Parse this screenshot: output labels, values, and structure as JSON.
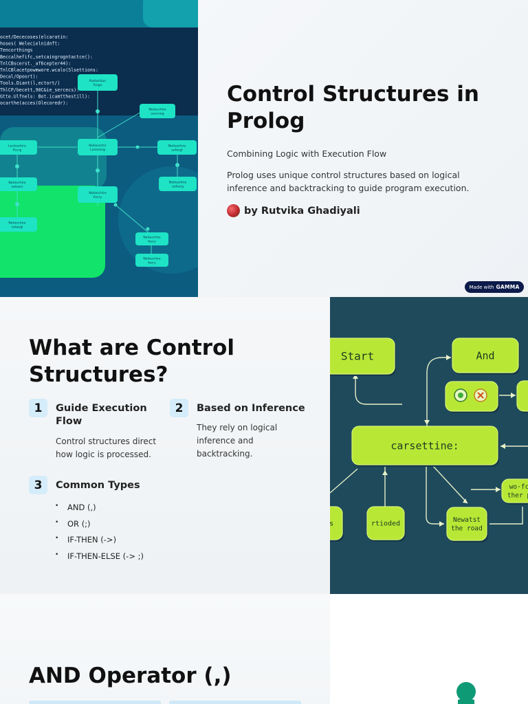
{
  "slide1": {
    "title": "Control Structures in Prolog",
    "subtitle": "Combining Logic with Execution Flow",
    "description": "Prolog uses unique control structures based on logical inference and backtracking to guide program execution.",
    "author": "by Rutvika Ghadiyali",
    "badge_prefix": "Made with",
    "badge_brand": "GAMMA",
    "image_code_lines": [
      "ocet/Dececoses(elcaratin:",
      "hoses( Welecielnidnft:",
      "  Tencorthings",
      "  Beccalhefifc,setcaingrogntactce():",
      "  TnlCBscerst._af6cepter44):",
      "  TnlCBlacetpowmwore.wcalo(Slsettions:",
      "  Decal/Opoort):",
      "  Tools.Diant(l,ectort/)",
      "  ThlCP/becett,90C&ie_sercecs):",
      "Gtte.Ulfnels: Bot.icamtthestill):",
      "ocarthe(acces(Olecoredr):"
    ],
    "image_node_labels": [
      "Radiection Forge",
      "Notiecrhire secrsing",
      "Lectoerhire Fecrg",
      "Notiecerhir Lostseing",
      "Notiearhire sefergt",
      "Notiecrhire netsers",
      "Notiecrhire Fecry",
      "Notiearhire sefesrg",
      "Notiecrhire seteegl",
      "Notiecrhire fecry",
      "Notiecrhire fecry"
    ]
  },
  "slide2": {
    "title": "What are Control Structures?",
    "cards": [
      {
        "num": "1",
        "title": "Guide Execution Flow",
        "body": "Control structures direct how logic is processed."
      },
      {
        "num": "2",
        "title": "Based on Inference",
        "body": "They rely on logical inference and backtracking."
      },
      {
        "num": "3",
        "title": "Common Types",
        "body": ""
      }
    ],
    "types": [
      "AND (,)",
      "OR (;)",
      "IF-THEN (->)",
      "IF-THEN-ELSE (-> ;)"
    ],
    "flow_labels": {
      "start": "Start",
      "and": "And",
      "center": "carsettine:",
      "bottom_mid": "rtioded",
      "bottom_right_1": "Newatst",
      "bottom_right_2": "the road",
      "right_1": "wo·fc",
      "right_2": "ther p",
      "left_partial": "is"
    }
  },
  "slide3": {
    "title": "AND Operator (,)"
  },
  "colors": {
    "accent_badge": "#d5ecfa",
    "flow_node_green": "#b8e835",
    "diagram_bg": "#0d3b5c",
    "brand_badge": "#0c1b4a"
  }
}
